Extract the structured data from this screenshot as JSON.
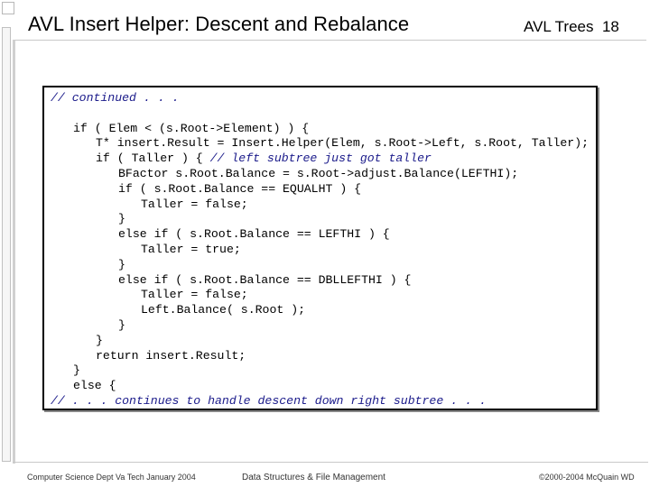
{
  "slide": {
    "title": "AVL Insert Helper: Descent and Rebalance",
    "label": "AVL Trees",
    "number": "18"
  },
  "code": {
    "lines": [
      {
        "indent": 0,
        "text": "// continued . . .",
        "style": "cmt"
      },
      {
        "indent": 0,
        "text": "",
        "style": ""
      },
      {
        "indent": 1,
        "text": "if ( Elem < (s.Root->Element) ) {",
        "style": ""
      },
      {
        "indent": 2,
        "text": "T* insert.Result = Insert.Helper(Elem, s.Root->Left, s.Root, Taller);",
        "style": ""
      },
      {
        "indent": 2,
        "text": "if ( Taller ) { // left subtree just got taller",
        "style": "mixed"
      },
      {
        "indent": 3,
        "text": "BFactor s.Root.Balance = s.Root->adjust.Balance(LEFTHI);",
        "style": ""
      },
      {
        "indent": 3,
        "text": "if ( s.Root.Balance == EQUALHT ) {",
        "style": ""
      },
      {
        "indent": 4,
        "text": "Taller = false;",
        "style": ""
      },
      {
        "indent": 3,
        "text": "}",
        "style": ""
      },
      {
        "indent": 3,
        "text": "else if ( s.Root.Balance == LEFTHI ) {",
        "style": ""
      },
      {
        "indent": 4,
        "text": "Taller = true;",
        "style": ""
      },
      {
        "indent": 3,
        "text": "}",
        "style": ""
      },
      {
        "indent": 3,
        "text": "else if ( s.Root.Balance == DBLLEFTHI ) {",
        "style": ""
      },
      {
        "indent": 4,
        "text": "Taller = false;",
        "style": ""
      },
      {
        "indent": 4,
        "text": "Left.Balance( s.Root );",
        "style": ""
      },
      {
        "indent": 3,
        "text": "}",
        "style": ""
      },
      {
        "indent": 2,
        "text": "}",
        "style": ""
      },
      {
        "indent": 2,
        "text": "return insert.Result;",
        "style": ""
      },
      {
        "indent": 1,
        "text": "}",
        "style": ""
      },
      {
        "indent": 1,
        "text": "else {",
        "style": ""
      },
      {
        "indent": 0,
        "text": "// . . . continues to handle descent down right subtree . . .",
        "style": "cmt"
      }
    ]
  },
  "footer": {
    "left": "Computer Science Dept Va Tech January 2004",
    "center": "Data Structures & File Management",
    "right": "©2000-2004 McQuain WD"
  },
  "colors": {
    "comment": "#1a1a8a",
    "code": "#000000"
  }
}
